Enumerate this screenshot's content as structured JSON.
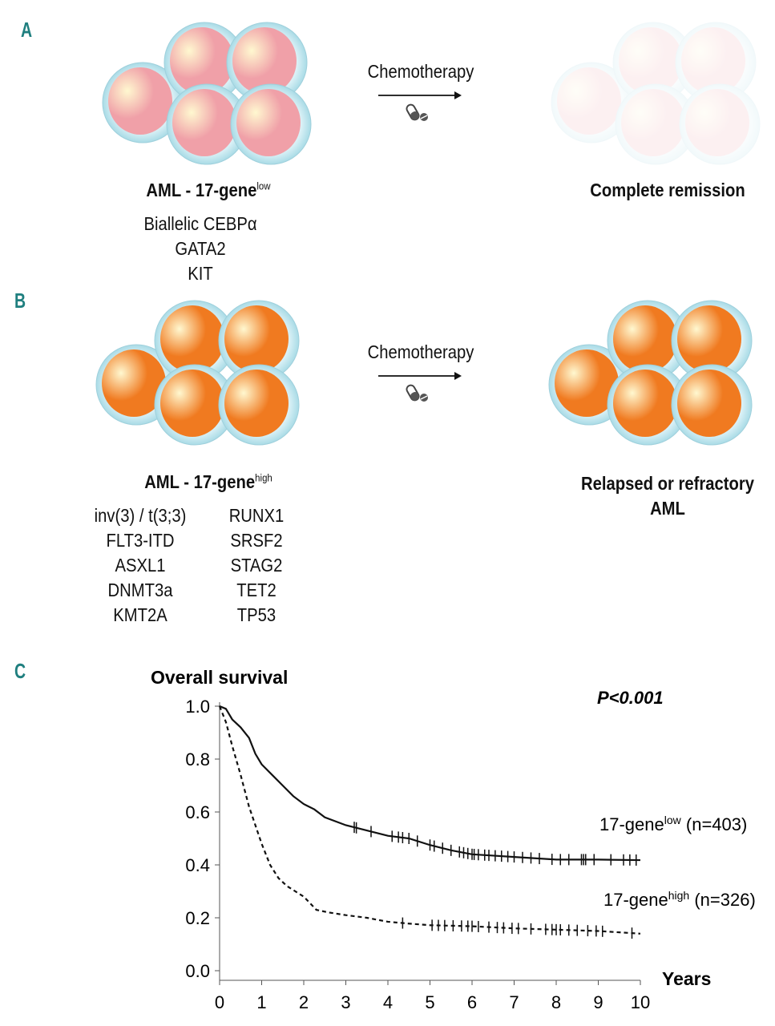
{
  "panels": {
    "a": {
      "label": "A",
      "therapy": "Chemotherapy",
      "group_title": "AML - 17-gene",
      "group_sup": "low",
      "genes": [
        "Biallelic CEBPα",
        "GATA2",
        "KIT"
      ],
      "outcome": "Complete remission",
      "cell_color": "#f0a0a8"
    },
    "b": {
      "label": "B",
      "therapy": "Chemotherapy",
      "group_title": "AML - 17-gene",
      "group_sup": "high",
      "genes_left": [
        "inv(3) / t(3;3)",
        "FLT3-ITD",
        "ASXL1",
        "DNMT3a",
        "KMT2A"
      ],
      "genes_right": [
        "RUNX1",
        "SRSF2",
        "STAG2",
        "TET2",
        "TP53"
      ],
      "outcome_line1": "Relapsed or refractory",
      "outcome_line2": "AML",
      "cell_color": "#f07a20"
    },
    "c": {
      "label": "C"
    }
  },
  "chart_data": {
    "type": "line",
    "title": "Overall survival",
    "xlabel": "Years",
    "ylabel": "Overall survival",
    "xlim": [
      0,
      10
    ],
    "ylim": [
      0,
      1
    ],
    "x_ticks": [
      "0",
      "1",
      "2",
      "3",
      "4",
      "5",
      "6",
      "7",
      "8",
      "9",
      "10"
    ],
    "y_ticks": [
      "0.0",
      "0.2",
      "0.4",
      "0.6",
      "0.8",
      "1.0"
    ],
    "annotation": "P<0.001",
    "series": [
      {
        "name": "17-gene low (n=403)",
        "label_main": "17-gene",
        "label_sup": "low",
        "label_n": "(n=403)",
        "style": "solid",
        "x": [
          0,
          0.15,
          0.3,
          0.5,
          0.7,
          0.85,
          1,
          1.25,
          1.5,
          1.75,
          2,
          2.25,
          2.5,
          3,
          3.5,
          4,
          4.5,
          5,
          5.5,
          6,
          6.5,
          7,
          7.5,
          8,
          9,
          10
        ],
        "y": [
          1,
          0.99,
          0.95,
          0.92,
          0.88,
          0.82,
          0.78,
          0.74,
          0.7,
          0.66,
          0.63,
          0.61,
          0.58,
          0.55,
          0.53,
          0.51,
          0.5,
          0.475,
          0.455,
          0.44,
          0.435,
          0.43,
          0.425,
          0.42,
          0.42,
          0.418
        ],
        "censored_x": [
          3.2,
          3.25,
          3.6,
          4.1,
          4.25,
          4.35,
          4.5,
          4.7,
          5,
          5.1,
          5.3,
          5.5,
          5.7,
          5.8,
          5.9,
          6,
          6.05,
          6.15,
          6.3,
          6.4,
          6.55,
          6.7,
          6.85,
          7,
          7.2,
          7.4,
          7.6,
          7.9,
          8.1,
          8.3,
          8.6,
          8.65,
          8.7,
          8.9,
          9.3,
          9.6,
          9.75,
          9.9
        ]
      },
      {
        "name": "17-gene high (n=326)",
        "label_main": "17-gene",
        "label_sup": "high",
        "label_n": "(n=326)",
        "style": "dashed",
        "x": [
          0,
          0.15,
          0.3,
          0.5,
          0.7,
          0.85,
          1,
          1.2,
          1.4,
          1.6,
          1.8,
          2,
          2.3,
          2.6,
          3,
          3.5,
          4,
          4.5,
          5,
          6,
          7,
          8,
          9,
          10
        ],
        "y": [
          1,
          0.94,
          0.85,
          0.74,
          0.62,
          0.55,
          0.48,
          0.4,
          0.35,
          0.32,
          0.3,
          0.28,
          0.23,
          0.22,
          0.21,
          0.2,
          0.185,
          0.178,
          0.172,
          0.168,
          0.16,
          0.155,
          0.15,
          0.14
        ],
        "censored_x": [
          4.35,
          5.05,
          5.2,
          5.35,
          5.55,
          5.75,
          5.9,
          6,
          6.15,
          6.4,
          6.6,
          6.75,
          6.95,
          7.1,
          7.4,
          7.75,
          7.9,
          8,
          8.1,
          8.3,
          8.5,
          8.75,
          8.95,
          9.1,
          9.8
        ]
      }
    ]
  }
}
